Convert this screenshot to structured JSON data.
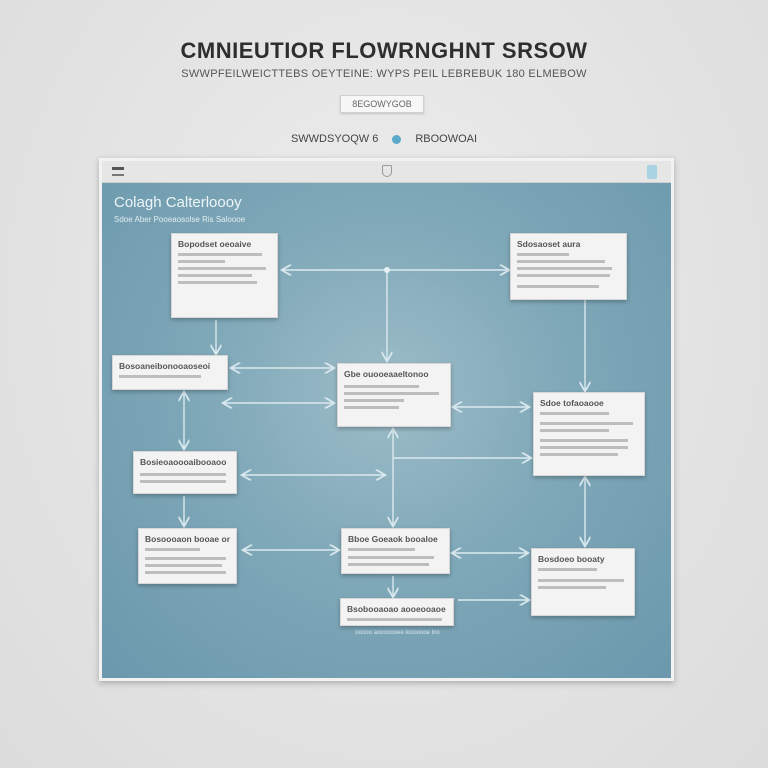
{
  "header": {
    "title": "CMNIEUTIOR FLOWRNGHNT SRSOW",
    "subtitle": "SWWPFEILWEICTTEBS OEYTEINE: WYPS PEIL LEBREBUK 180 ELMEBOW",
    "button_label": "8EGOWYGOB"
  },
  "legend": {
    "left": "SWWDSYOQW 6",
    "right": "RBOOWOAI",
    "dot_color": "#5aa9c9"
  },
  "window": {
    "title": "Colagh Calterloooy",
    "subtitle": "Sdoe Aber Pooeaosolse Ris Saloooe"
  },
  "boxes": [
    {
      "title": "Bopodset oeoaive"
    },
    {
      "title": "Sdosaoset aura"
    },
    {
      "title": "Bosoaneibonooaoseoi"
    },
    {
      "title": "Gbe ouooeaaeltonoo"
    },
    {
      "title": "Sdoe tofaoaooe"
    },
    {
      "title": "Bosieoaoooaibooaoo"
    },
    {
      "title": "Bosoooaon booae ono"
    },
    {
      "title": "Bboe Goeaok booaloe"
    },
    {
      "title": "Bosdoeo booaty"
    },
    {
      "title": "Bsobooaoao aooeooaoe"
    }
  ],
  "footer_note": "ooooo aooooooee looooooe loo"
}
